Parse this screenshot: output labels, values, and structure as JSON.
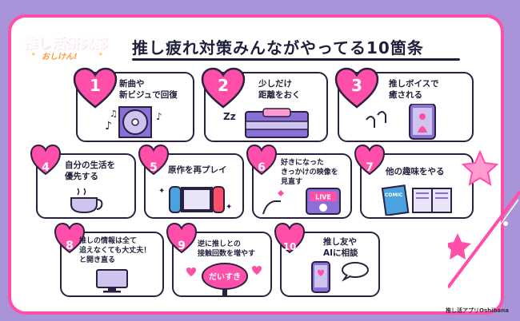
{
  "brand": {
    "logo_main": "推し活研究部",
    "logo_sub": "おしけん!"
  },
  "title": "推し疲れ対策みんながやってる10箇条",
  "credit": "推し活アプリOshibana",
  "colors": {
    "heart": "#ff4fa8",
    "accent_purple": "#8a6fd6",
    "frame_pink": "#ff4fa8",
    "background": "#a993d9"
  },
  "items": [
    {
      "num": "1",
      "text": "新曲や\n新ビジュで回復",
      "icon": "cd-music-icon"
    },
    {
      "num": "2",
      "text": "少しだけ\n距離をおく",
      "icon": "bed-sleep-icon"
    },
    {
      "num": "3",
      "text": "推しボイスで\n癒される",
      "icon": "earphones-phone-icon"
    },
    {
      "num": "4",
      "text": "自分の生活を\n優先する",
      "icon": "coffee-cup-icon"
    },
    {
      "num": "5",
      "text": "原作を再プレイ",
      "icon": "game-console-icon"
    },
    {
      "num": "6",
      "text": "好きになった\nきっかけの映像を\n見直す",
      "icon": "live-video-icon",
      "badge": "LIVE"
    },
    {
      "num": "7",
      "text": "他の趣味をやる",
      "icon": "comic-books-icon",
      "badge": "COMIC"
    },
    {
      "num": "8",
      "text": "推しの情報は全て\n追えなくても大丈夫！\nと開き直る",
      "icon": "monitor-icon"
    },
    {
      "num": "9",
      "text": "逆に推しとの\n接触回数を増やす",
      "icon": "uchiwa-fan-icon",
      "badge": "だいすき"
    },
    {
      "num": "10",
      "text": "推し友や\nAIに相談",
      "icon": "chat-phone-icon"
    }
  ]
}
